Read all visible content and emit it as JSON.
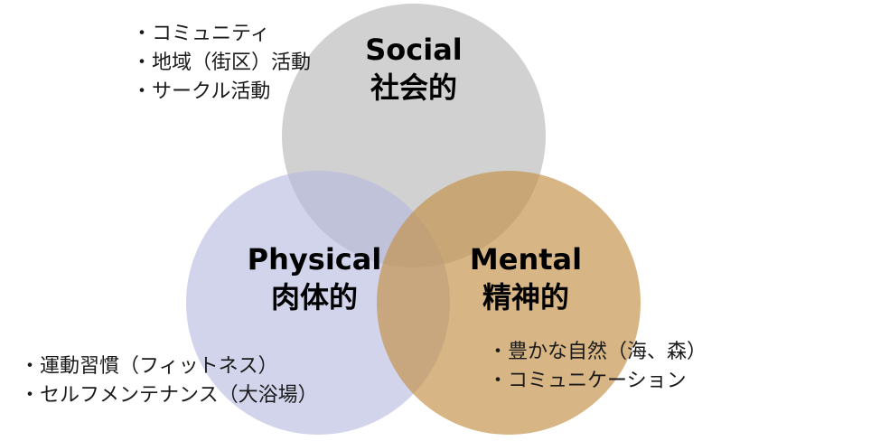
{
  "colors": {
    "social_fill": "#bfbfbf",
    "physical_fill": "#b4b8e0",
    "mental_fill": "#c4924a",
    "text": "#000000"
  },
  "circles": {
    "social": {
      "title_en": "Social",
      "title_ja": "社会的",
      "notes": [
        "コミュニティ",
        "地域（街区）活動",
        "サークル活動"
      ]
    },
    "physical": {
      "title_en": "Physical",
      "title_ja": "肉体的",
      "notes": [
        "運動習慣（フィットネス）",
        "セルフメンテナンス（大浴場）"
      ]
    },
    "mental": {
      "title_en": "Mental",
      "title_ja": "精神的",
      "notes": [
        "豊かな自然（海、森）",
        "コミュニケーション"
      ]
    }
  }
}
